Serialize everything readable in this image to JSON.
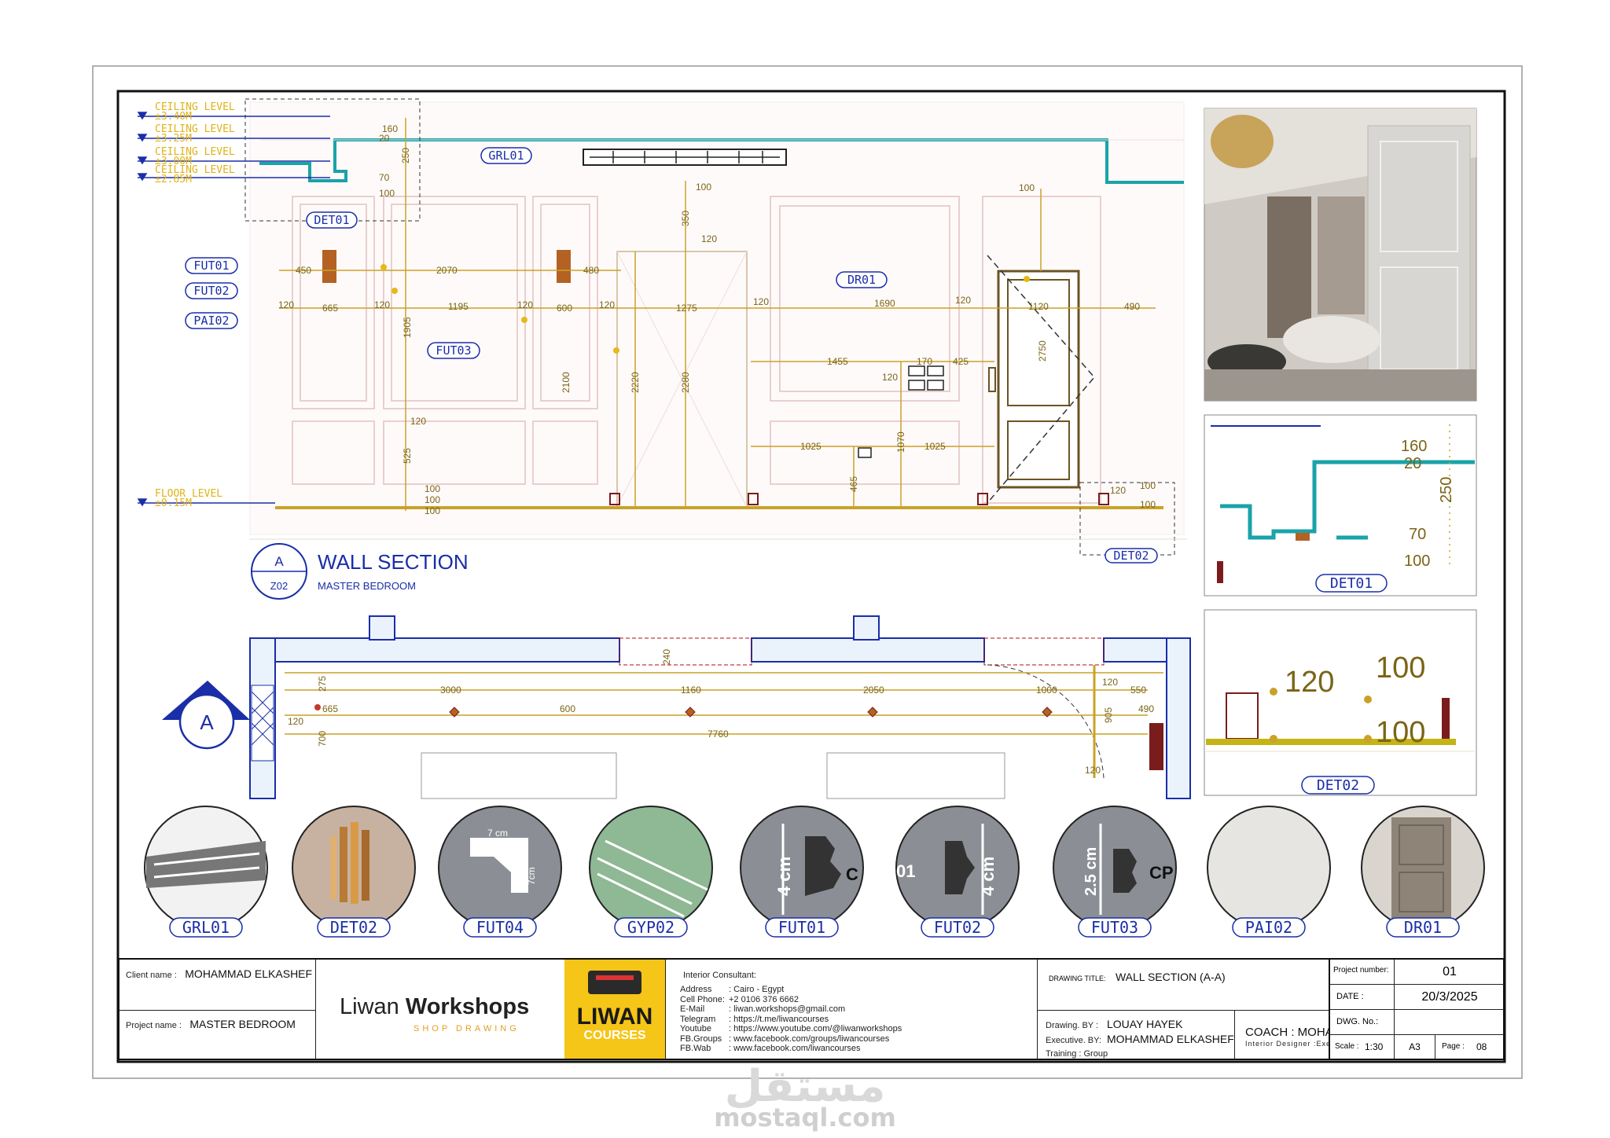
{
  "sheet": {
    "section_marker": {
      "letter": "A",
      "sheet_ref": "Z02"
    },
    "section_title": "WALL SECTION",
    "section_subtitle": "MASTER BEDROOM",
    "plan_marker": "A"
  },
  "levels": [
    {
      "name": "CEILING LEVEL",
      "value": "±3.40M"
    },
    {
      "name": "CEILING LEVEL",
      "value": "±3.25M"
    },
    {
      "name": "CEILING LEVEL",
      "value": "±3.00M"
    },
    {
      "name": "CEILING LEVEL",
      "value": "±2.85M"
    },
    {
      "name": "FLOOR LEVEL",
      "value": "±0.15M"
    }
  ],
  "tags": {
    "grl01": "GRL01",
    "det01": "DET01",
    "det02": "DET02",
    "fut01": "FUT01",
    "fut02": "FUT02",
    "fut03": "FUT03",
    "pai02": "PAI02",
    "dr01": "DR01"
  },
  "dimensions": {
    "d450": "450",
    "d2070": "2070",
    "d480": "480",
    "d665": "665",
    "d1195": "1195",
    "d600": "600",
    "d1275": "1275",
    "d1690": "1690",
    "d1120": "1120",
    "d490": "490",
    "d120": "120",
    "d1905": "1905",
    "d2100": "2100",
    "d2220": "2220",
    "d2280": "2280",
    "d1455": "1455",
    "d170": "170",
    "d425": "425",
    "d2750": "2750",
    "d1025": "1025",
    "d1070": "1070",
    "d465": "465",
    "d525": "525",
    "d100": "100",
    "d160": "160",
    "d20": "20",
    "d250": "250",
    "d70": "70",
    "d350": "350",
    "p3000": "3000",
    "p1160": "1160",
    "p2050": "2050",
    "p1000": "1000",
    "p7760": "7760",
    "p600": "600",
    "p275": "275",
    "p665": "665",
    "p700": "700",
    "p550": "550",
    "p490": "490",
    "p905": "905",
    "p240": "240",
    "p120": "120"
  },
  "detail01": {
    "tag": "DET01",
    "dims": [
      "160",
      "20",
      "250",
      "70",
      "100"
    ]
  },
  "detail02": {
    "tag": "DET02",
    "dims": [
      "120",
      "100",
      "100"
    ]
  },
  "materials": [
    {
      "tag": "GRL01",
      "kind": "grille"
    },
    {
      "tag": "DET02",
      "kind": "wall-lamp"
    },
    {
      "tag": "FUT04",
      "kind": "cornice",
      "dim_a": "7 cm",
      "dim_b": "7cm"
    },
    {
      "tag": "GYP02",
      "kind": "gypsum-board"
    },
    {
      "tag": "FUT01",
      "kind": "moulding",
      "dim": "4 cm",
      "edge": "C"
    },
    {
      "tag": "FUT02",
      "kind": "moulding",
      "dim": "4 cm",
      "edge": "01"
    },
    {
      "tag": "FUT03",
      "kind": "moulding",
      "dim": "2.5 cm",
      "edge": "CP"
    },
    {
      "tag": "PAI02",
      "kind": "paint"
    },
    {
      "tag": "DR01",
      "kind": "door"
    }
  ],
  "title_block": {
    "client_label": "Client name :",
    "client_value": "MOHAMMAD ELKASHEF",
    "project_label": "Project name :",
    "project_value": "MASTER BEDROOM",
    "brand_title_a": "Liwan",
    "brand_title_b": "Workshops",
    "brand_sub": "SHOP DRAWING",
    "logo_title": "LIWAN",
    "logo_sub": "COURSES",
    "consultant_title": "Interior Consultant:",
    "contacts": [
      {
        "k": "Address",
        "v": ": Cairo - Egypt"
      },
      {
        "k": "Cell Phone:",
        "v": "+2 0106 376 6662"
      },
      {
        "k": "E-Mail",
        "v": ": liwan.workshops@gmail.com"
      },
      {
        "k": "Telegram",
        "v": ": https://t.me/liwancourses"
      },
      {
        "k": "Youtube",
        "v": ": https://www.youtube.com/@liwanworkshops"
      },
      {
        "k": "FB.Groups",
        "v": ": www.facebook.com/groups/liwancourses"
      },
      {
        "k": "FB.Wab",
        "v": ": www.facebook.com/liwancourses"
      }
    ],
    "drawing_title_label": "DRAWING TITLE:",
    "drawing_title_value": "WALL SECTION (A-A)",
    "drawing_by_label": "Drawing. BY :",
    "drawing_by_value": "LOUAY HAYEK",
    "executive_label": "Executive. BY:",
    "executive_value": "MOHAMMAD ELKASHEF",
    "training_label": "Training : Group",
    "coach": "COACH : MOHAMED ELKASHEF",
    "coach_sub": "Interior Designer :Exeutive Creative Director",
    "project_number_label": "Project number:",
    "project_number_value": "01",
    "date_label": "DATE :",
    "date_value": "20/3/2025",
    "dwg_label": "DWG. No.:",
    "scale_label": "Scale :",
    "scale_value": "1:30",
    "paper": "A3",
    "page_label": "Page :",
    "page_value": "08"
  },
  "watermark": {
    "arabic": "مستقل",
    "english": "mostaql.com"
  }
}
